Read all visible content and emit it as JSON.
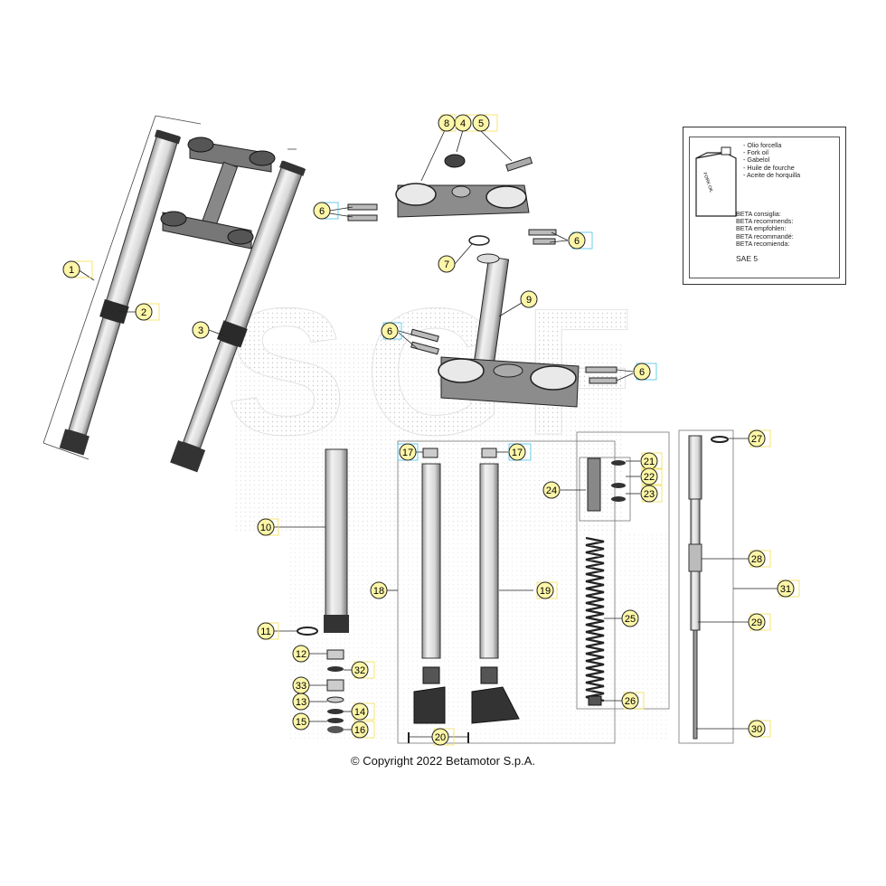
{
  "watermark": "SGF",
  "copyright": "© Copyright 2022 Betamotor S.p.A.",
  "oil_box": {
    "can_label": "FORK OIL",
    "languages": [
      "- Olio forcella",
      "- Fork oil",
      "- Gabelol",
      "- Huile de fourche",
      "- Aceite de horquilla"
    ],
    "recommends": [
      "BETA consiglia:",
      "BETA recommends:",
      "BETA empfohlen:",
      "BETA recommandé:",
      "BETA recomienda:"
    ],
    "grade": "SAE 5"
  },
  "callouts": [
    "1",
    "2",
    "3",
    "4",
    "5",
    "6",
    "6",
    "6",
    "6",
    "7",
    "8",
    "9",
    "10",
    "11",
    "12",
    "13",
    "14",
    "15",
    "16",
    "17",
    "17",
    "18",
    "19",
    "20",
    "21",
    "22",
    "23",
    "24",
    "25",
    "26",
    "27",
    "28",
    "29",
    "30",
    "31",
    "32",
    "33"
  ],
  "colors": {
    "callout_fill": "#fdf6a8",
    "callout_stroke": "#222222",
    "blue_tab": "#47c3e6",
    "yellow_tab": "#f4e04e",
    "line": "#222222",
    "part_dark": "#2a2a2a"
  }
}
